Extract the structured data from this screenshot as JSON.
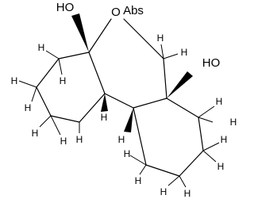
{
  "molecule": {
    "labels": {
      "oh_top": "HO",
      "bridge_o": "O",
      "abs": "Abs",
      "oh_right": "HO",
      "h": "H"
    }
  },
  "colors": {
    "ink": "#000000",
    "background": "#ffffff"
  }
}
